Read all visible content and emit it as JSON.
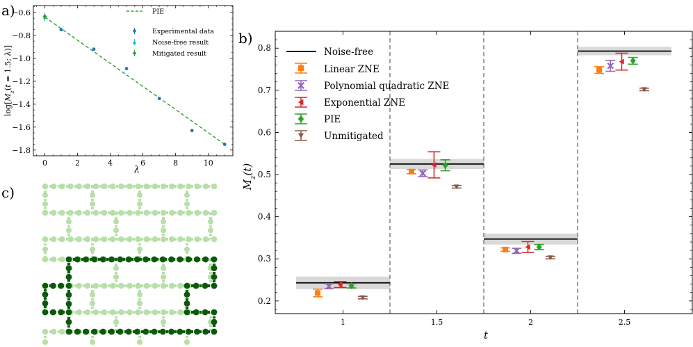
{
  "colors": {
    "pie": "#2ca02c",
    "experimental": "#1f77b4",
    "noise_free_a": "#17becf",
    "linear": "#ff7f0e",
    "poly": "#9467bd",
    "exp": "#d62728",
    "unmit": "#8c564b",
    "lattice_light": "#b7dfa9",
    "lattice_dark": "#0b5a0b",
    "band": "#cccccc"
  },
  "panels": {
    "a": "a)",
    "b": "b)",
    "c": "c)"
  },
  "chart_data": [
    {
      "type": "scatter",
      "panel": "a",
      "xlabel": "λ",
      "ylabel": "log[M_z(t = 1.5; λ)]",
      "ylabel_parts": {
        "pre": "log[",
        "M": "M",
        "sub": "z",
        "mid": "(",
        "t": "t",
        "eq": " = 1.5; ",
        "lam": "λ",
        "post": ")]"
      },
      "xlim": [
        -0.7,
        11.5
      ],
      "ylim": [
        -1.85,
        -0.54
      ],
      "xticks": [
        0,
        2,
        4,
        6,
        8,
        10
      ],
      "yticks": [
        -0.6,
        -0.8,
        -1.0,
        -1.2,
        -1.4,
        -1.6,
        -1.8
      ],
      "legend_position": "top-right",
      "series": [
        {
          "name": "PIE",
          "kind": "dashed-line",
          "x": [
            0,
            11
          ],
          "y": [
            -0.64,
            -1.75
          ]
        },
        {
          "name": "Experimental data",
          "kind": "points",
          "x": [
            1,
            3,
            5,
            7,
            9,
            11
          ],
          "y": [
            -0.75,
            -0.92,
            -1.09,
            -1.35,
            -1.63,
            -1.75
          ]
        },
        {
          "name": "Noise-free result",
          "kind": "point",
          "x": [
            0
          ],
          "y": [
            -0.645
          ]
        },
        {
          "name": "Mitigated result",
          "kind": "point",
          "x": [
            0
          ],
          "y": [
            -0.635
          ]
        }
      ]
    },
    {
      "type": "scatter",
      "panel": "b",
      "xlabel": "t",
      "ylabel": "M_z(t)",
      "ylabel_parts": {
        "M": "M",
        "sub": "z",
        "rest": "(t)"
      },
      "categories": [
        "1",
        "1.5",
        "2",
        "2.5"
      ],
      "ylim": [
        0.17,
        0.84
      ],
      "yticks": [
        0.2,
        0.3,
        0.4,
        0.5,
        0.6,
        0.7,
        0.8
      ],
      "legend_position": "top-left",
      "noise_free": [
        {
          "value": 0.243,
          "band": [
            0.228,
            0.258
          ]
        },
        {
          "value": 0.525,
          "band": [
            0.513,
            0.537
          ]
        },
        {
          "value": 0.347,
          "band": [
            0.334,
            0.36
          ]
        },
        {
          "value": 0.793,
          "band": [
            0.783,
            0.803
          ]
        }
      ],
      "series": [
        {
          "name": "Noise-free",
          "marker": "line"
        },
        {
          "name": "Linear ZNE",
          "marker": "square",
          "values": [
            0.219,
            0.507,
            0.322,
            0.748
          ],
          "err": [
            0.009,
            0.005,
            0.004,
            0.008
          ]
        },
        {
          "name": "Polynomial quadratic ZNE",
          "marker": "x",
          "values": [
            0.235,
            0.503,
            0.319,
            0.758
          ],
          "err": [
            0.006,
            0.008,
            0.006,
            0.013
          ]
        },
        {
          "name": "Exponential ZNE",
          "marker": "tri-left",
          "values": [
            0.239,
            0.523,
            0.328,
            0.768
          ],
          "err": [
            0.007,
            0.031,
            0.013,
            0.02
          ]
        },
        {
          "name": "PIE",
          "marker": "diamond",
          "values": [
            0.236,
            0.522,
            0.328,
            0.77
          ],
          "err": [
            0.005,
            0.013,
            0.006,
            0.008
          ]
        },
        {
          "name": "Unmitigated",
          "marker": "tri-down",
          "values": [
            0.208,
            0.471,
            0.303,
            0.702
          ],
          "err": [
            0.003,
            0.003,
            0.003,
            0.003
          ]
        }
      ]
    }
  ]
}
